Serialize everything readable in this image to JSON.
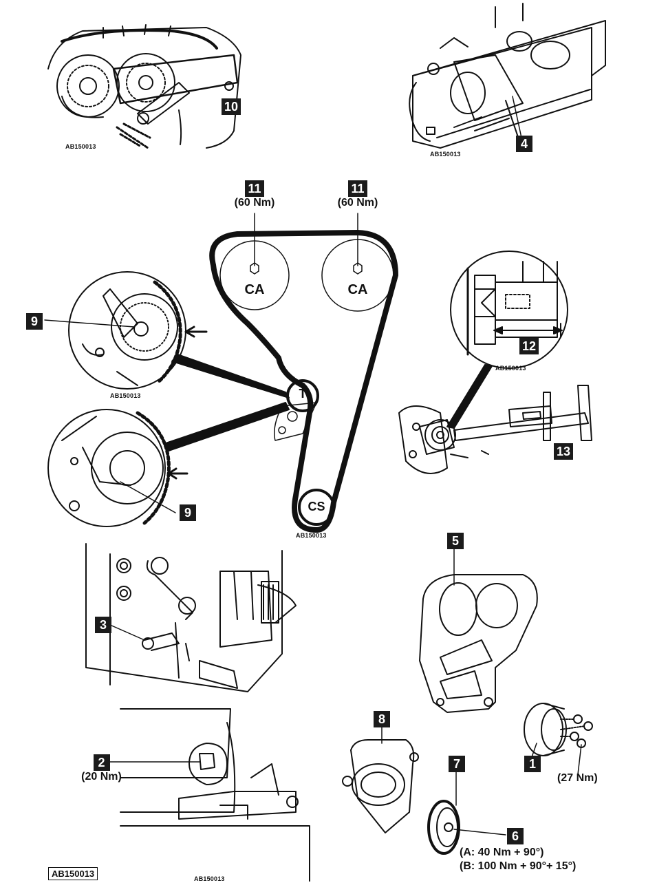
{
  "callouts": {
    "c1": "1",
    "c2": "2",
    "c3": "3",
    "c4": "4",
    "c5": "5",
    "c6": "6",
    "c7": "7",
    "c8": "8",
    "c9a": "9",
    "c9b": "9",
    "c10": "10",
    "c11a": "11",
    "c11b": "11",
    "c12": "12",
    "c13": "13"
  },
  "torques": {
    "cam_left": "(60 Nm)",
    "cam_right": "(60 Nm)",
    "item2": "(20 Nm)",
    "item1": "(27 Nm)",
    "item6_a": "(A: 40 Nm + 90°)",
    "item6_b": "(B: 100 Nm + 90°+ 15°)"
  },
  "pulleys": {
    "cam_left": "CA",
    "cam_right": "CA",
    "tensioner": "T",
    "crank": "CS"
  },
  "refs": {
    "r_top_left": "AB150013",
    "r_top_right": "AB150013",
    "r_tensioner_top": "AB150013",
    "r_gauge": "AB150013",
    "r_belt": "AB150013",
    "r_bottom": "AB150013",
    "frame": "AB150013"
  }
}
